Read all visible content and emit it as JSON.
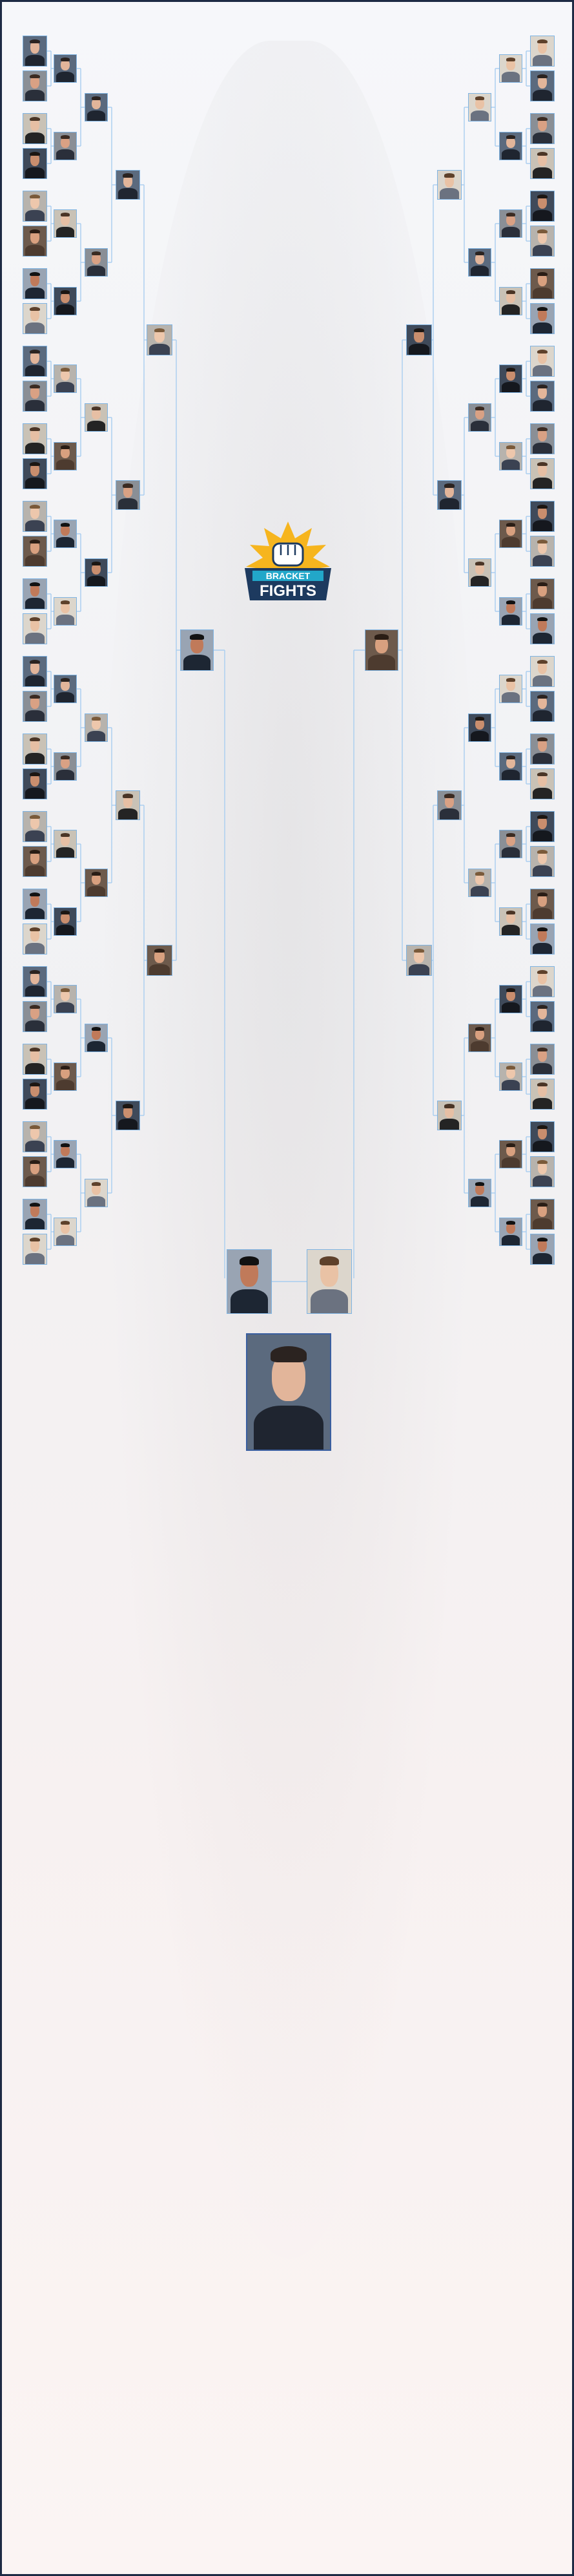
{
  "logo": {
    "line1": "BRACKET",
    "line2": "FIGHTS"
  },
  "colors": {
    "connector": "#a8cdf0",
    "slot_border": "#9cc8ef",
    "brand_navy": "#1d3a5f",
    "brand_yellow": "#f6b51e"
  },
  "icons": [
    "bracket-fights-logo",
    "fist-icon"
  ],
  "bracket": {
    "entrants": 64,
    "rounds": 6,
    "champion_shown": true
  }
}
